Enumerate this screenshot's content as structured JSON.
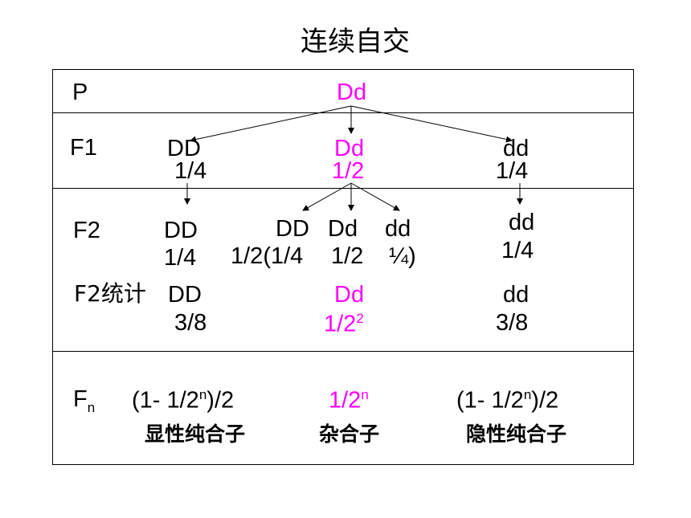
{
  "title": "连续自交",
  "rows": {
    "p": {
      "label": "P",
      "genotype": "Dd"
    },
    "f1": {
      "label": "F1",
      "dd_dom": "DD",
      "dd_dom_ratio": "1/4",
      "het": "Dd",
      "het_ratio": "1/2",
      "dd_rec": "dd",
      "dd_rec_ratio": "1/4"
    },
    "f2": {
      "label": "F2",
      "left_geno": "DD",
      "left_ratio": "1/4",
      "mid_geno_dd": "DD",
      "mid_geno_het": "Dd",
      "mid_geno_rec": "dd",
      "mid_prefix": "1/2(1/4",
      "mid_het_ratio": "1/2",
      "mid_rec_ratio": "¼)",
      "right_geno": "dd",
      "right_ratio": "1/4"
    },
    "f2_stats": {
      "label": "F2统计",
      "dom": "DD",
      "dom_ratio": "3/8",
      "het": "Dd",
      "het_ratio_base": "1/2",
      "het_ratio_exp": "2",
      "rec": "dd",
      "rec_ratio": "3/8"
    },
    "fn": {
      "label_base": "F",
      "label_sub": "n",
      "dom_a": "(1- 1/2",
      "dom_exp": "n",
      "dom_b": ")/2",
      "het_base": "1/2",
      "het_exp": "n",
      "rec_a": "(1- 1/2",
      "rec_exp": "n",
      "rec_b": ")/2",
      "dom_name": "显性纯合子",
      "het_name": "杂合子",
      "rec_name": "隐性纯合子"
    }
  },
  "colors": {
    "highlight": "#ff00ff",
    "text": "#000000"
  }
}
